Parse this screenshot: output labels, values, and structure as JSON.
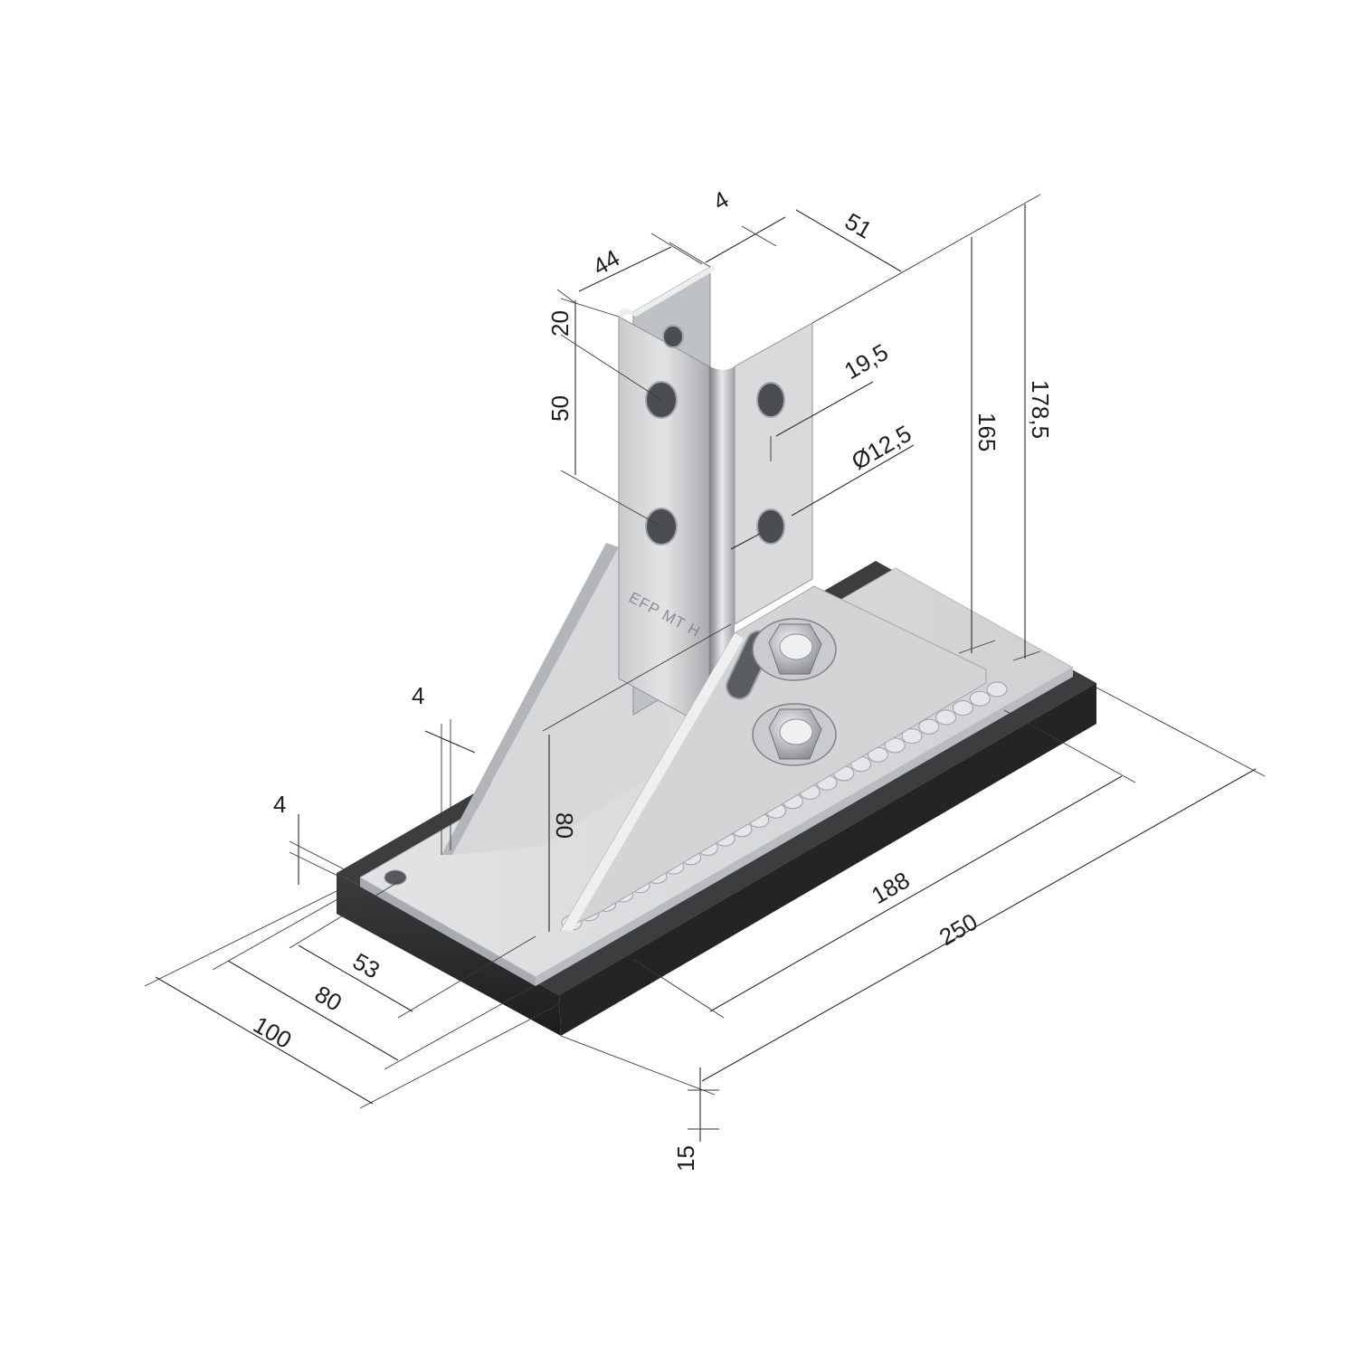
{
  "product_marking": "EFP MT H",
  "dimensions": {
    "flange_width": "44",
    "wall_thickness_top": "4",
    "depth": "51",
    "top_offset": "20",
    "hole_spacing": "50",
    "hole_offset": "19,5",
    "hole_diameter": "Ø12,5",
    "post_height": "165",
    "overall_height": "178,5",
    "gusset_thickness": "4",
    "plate_thickness": "4",
    "gusset_height": "80",
    "inner_width": "53",
    "hole_row_width": "80",
    "plate_width": "100",
    "hole_row_length": "188",
    "plate_length": "250",
    "pad_thickness": "15"
  },
  "colors": {
    "steel_light": "#d9dadb",
    "steel_mid": "#c4c6c8",
    "steel_dark": "#8f9396",
    "rubber_pad": "#2b2d2f",
    "dimension_lines": "#2a2a2a"
  }
}
